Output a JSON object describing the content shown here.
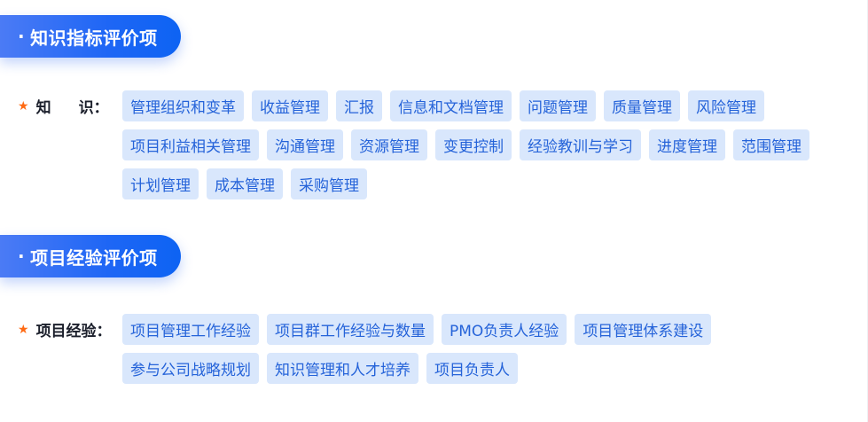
{
  "sections": [
    {
      "title": "知识指标评价项",
      "bullet": "·",
      "label_chars": [
        "知",
        "识："
      ],
      "required_icon": "star-icon",
      "tags": [
        "管理组织和变革",
        "收益管理",
        "汇报",
        "信息和文档管理",
        "问题管理",
        "质量管理",
        "风险管理",
        "项目利益相关管理",
        "沟通管理",
        "资源管理",
        "变更控制",
        "经验教训与学习",
        "进度管理",
        "范围管理",
        "计划管理",
        "成本管理",
        "采购管理"
      ]
    },
    {
      "title": "项目经验评价项",
      "bullet": "·",
      "label": "项目经验：",
      "required_icon": "star-icon",
      "tags": [
        "项目管理工作经验",
        "项目群工作经验与数量",
        "PMO负责人经验",
        "项目管理体系建设",
        "参与公司战略规划",
        "知识管理和人才培养",
        "项目负责人"
      ]
    }
  ],
  "colors": {
    "banner_start": "#4b7bf5",
    "banner_end": "#0d63f3",
    "tag_bg": "#d9e7fc",
    "tag_text": "#2563d9",
    "star": "#ff6a13",
    "label_text": "#1b1f2b"
  }
}
